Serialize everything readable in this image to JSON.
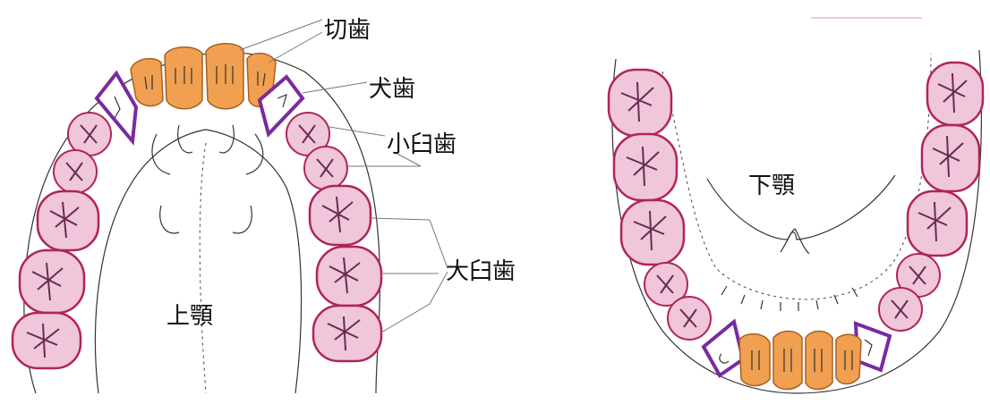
{
  "labels": {
    "incisor": "切歯",
    "canine": "犬歯",
    "premolar": "小臼歯",
    "molar": "大臼歯",
    "upper_jaw": "上顎",
    "lower_jaw": "下顎"
  },
  "colors": {
    "incisor_fill": "#f0a050",
    "molar_fill": "#f0c6da",
    "molar_outline": "#b0245a",
    "canine_outline": "#7a2aa0"
  }
}
